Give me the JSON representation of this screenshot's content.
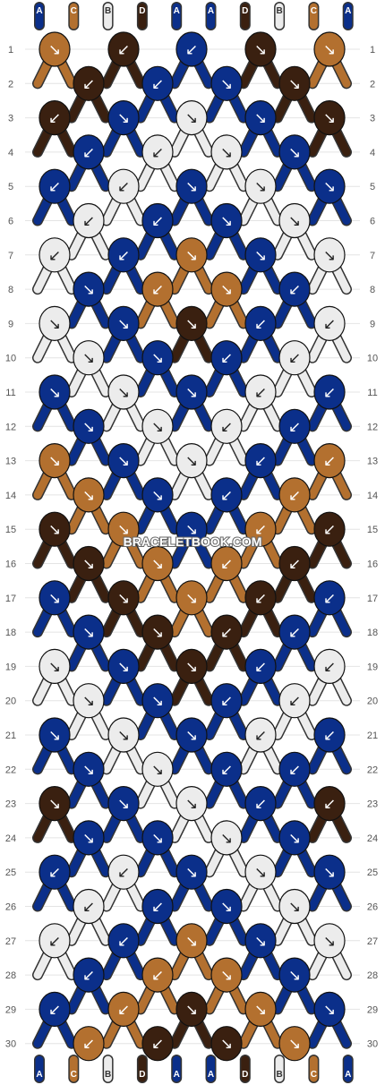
{
  "watermark": "BRACELETBOOK.COM",
  "colors": {
    "A": "#0b2f8a",
    "B": "#ececec",
    "C": "#b3702f",
    "D": "#3a2010"
  },
  "strands_top": [
    "A",
    "C",
    "B",
    "D",
    "A",
    "A",
    "D",
    "B",
    "C",
    "A"
  ],
  "strands_bottom": [
    "A",
    "C",
    "B",
    "D",
    "A",
    "A",
    "D",
    "B",
    "C",
    "A"
  ],
  "rows": [
    {
      "n": "1",
      "knots": [
        {
          "c": "C",
          "d": "↘"
        },
        {
          "c": "D",
          "d": "↙"
        },
        {
          "c": "A",
          "d": "↙"
        },
        {
          "c": "D",
          "d": "↘"
        },
        {
          "c": "C",
          "d": "↘"
        }
      ]
    },
    {
      "n": "2",
      "knots": [
        {
          "c": "D",
          "d": "↙"
        },
        {
          "c": "A",
          "d": "↙"
        },
        {
          "c": "A",
          "d": "↘"
        },
        {
          "c": "D",
          "d": "↘"
        }
      ]
    },
    {
      "n": "3",
      "knots": [
        {
          "c": "D",
          "d": "↙"
        },
        {
          "c": "A",
          "d": "↘"
        },
        {
          "c": "B",
          "d": "↘"
        },
        {
          "c": "A",
          "d": "↘"
        },
        {
          "c": "D",
          "d": "↘"
        }
      ]
    },
    {
      "n": "4",
      "knots": [
        {
          "c": "A",
          "d": "↙"
        },
        {
          "c": "B",
          "d": "↙"
        },
        {
          "c": "B",
          "d": "↘"
        },
        {
          "c": "A",
          "d": "↘"
        }
      ]
    },
    {
      "n": "5",
      "knots": [
        {
          "c": "A",
          "d": "↙"
        },
        {
          "c": "B",
          "d": "↙"
        },
        {
          "c": "A",
          "d": "↘"
        },
        {
          "c": "B",
          "d": "↘"
        },
        {
          "c": "A",
          "d": "↘"
        }
      ]
    },
    {
      "n": "6",
      "knots": [
        {
          "c": "B",
          "d": "↙"
        },
        {
          "c": "A",
          "d": "↙"
        },
        {
          "c": "A",
          "d": "↘"
        },
        {
          "c": "B",
          "d": "↘"
        }
      ]
    },
    {
      "n": "7",
      "knots": [
        {
          "c": "B",
          "d": "↙"
        },
        {
          "c": "A",
          "d": "↙"
        },
        {
          "c": "C",
          "d": "↘"
        },
        {
          "c": "A",
          "d": "↘"
        },
        {
          "c": "B",
          "d": "↘"
        }
      ]
    },
    {
      "n": "8",
      "knots": [
        {
          "c": "A",
          "d": "↘"
        },
        {
          "c": "C",
          "d": "↙"
        },
        {
          "c": "C",
          "d": "↘"
        },
        {
          "c": "A",
          "d": "↙"
        }
      ]
    },
    {
      "n": "9",
      "knots": [
        {
          "c": "B",
          "d": "↘"
        },
        {
          "c": "A",
          "d": "↘"
        },
        {
          "c": "D",
          "d": "↘"
        },
        {
          "c": "A",
          "d": "↙"
        },
        {
          "c": "B",
          "d": "↙"
        }
      ]
    },
    {
      "n": "10",
      "knots": [
        {
          "c": "B",
          "d": "↘"
        },
        {
          "c": "A",
          "d": "↘"
        },
        {
          "c": "A",
          "d": "↙"
        },
        {
          "c": "B",
          "d": "↙"
        }
      ]
    },
    {
      "n": "11",
      "knots": [
        {
          "c": "A",
          "d": "↘"
        },
        {
          "c": "B",
          "d": "↘"
        },
        {
          "c": "A",
          "d": "↘"
        },
        {
          "c": "B",
          "d": "↙"
        },
        {
          "c": "A",
          "d": "↙"
        }
      ]
    },
    {
      "n": "12",
      "knots": [
        {
          "c": "A",
          "d": "↘"
        },
        {
          "c": "B",
          "d": "↘"
        },
        {
          "c": "B",
          "d": "↙"
        },
        {
          "c": "A",
          "d": "↙"
        }
      ]
    },
    {
      "n": "13",
      "knots": [
        {
          "c": "C",
          "d": "↘"
        },
        {
          "c": "A",
          "d": "↘"
        },
        {
          "c": "B",
          "d": "↘"
        },
        {
          "c": "A",
          "d": "↙"
        },
        {
          "c": "C",
          "d": "↙"
        }
      ]
    },
    {
      "n": "14",
      "knots": [
        {
          "c": "C",
          "d": "↘"
        },
        {
          "c": "A",
          "d": "↘"
        },
        {
          "c": "A",
          "d": "↙"
        },
        {
          "c": "C",
          "d": "↙"
        }
      ]
    },
    {
      "n": "15",
      "knots": [
        {
          "c": "D",
          "d": "↘"
        },
        {
          "c": "C",
          "d": "↘"
        },
        {
          "c": "A",
          "d": "↘"
        },
        {
          "c": "C",
          "d": "↙"
        },
        {
          "c": "D",
          "d": "↙"
        }
      ]
    },
    {
      "n": "16",
      "knots": [
        {
          "c": "D",
          "d": "↘"
        },
        {
          "c": "C",
          "d": "↘"
        },
        {
          "c": "C",
          "d": "↙"
        },
        {
          "c": "D",
          "d": "↙"
        }
      ]
    },
    {
      "n": "17",
      "knots": [
        {
          "c": "A",
          "d": "↘"
        },
        {
          "c": "D",
          "d": "↘"
        },
        {
          "c": "C",
          "d": "↘"
        },
        {
          "c": "D",
          "d": "↙"
        },
        {
          "c": "A",
          "d": "↙"
        }
      ]
    },
    {
      "n": "18",
      "knots": [
        {
          "c": "A",
          "d": "↘"
        },
        {
          "c": "D",
          "d": "↘"
        },
        {
          "c": "D",
          "d": "↙"
        },
        {
          "c": "A",
          "d": "↙"
        }
      ]
    },
    {
      "n": "19",
      "knots": [
        {
          "c": "B",
          "d": "↘"
        },
        {
          "c": "A",
          "d": "↘"
        },
        {
          "c": "D",
          "d": "↘"
        },
        {
          "c": "A",
          "d": "↙"
        },
        {
          "c": "B",
          "d": "↙"
        }
      ]
    },
    {
      "n": "20",
      "knots": [
        {
          "c": "B",
          "d": "↘"
        },
        {
          "c": "A",
          "d": "↘"
        },
        {
          "c": "A",
          "d": "↙"
        },
        {
          "c": "B",
          "d": "↙"
        }
      ]
    },
    {
      "n": "21",
      "knots": [
        {
          "c": "A",
          "d": "↘"
        },
        {
          "c": "B",
          "d": "↘"
        },
        {
          "c": "A",
          "d": "↘"
        },
        {
          "c": "B",
          "d": "↙"
        },
        {
          "c": "A",
          "d": "↙"
        }
      ]
    },
    {
      "n": "22",
      "knots": [
        {
          "c": "A",
          "d": "↘"
        },
        {
          "c": "B",
          "d": "↘"
        },
        {
          "c": "A",
          "d": "↙"
        },
        {
          "c": "A",
          "d": "↙"
        }
      ]
    },
    {
      "n": "23",
      "knots": [
        {
          "c": "D",
          "d": "↘"
        },
        {
          "c": "A",
          "d": "↘"
        },
        {
          "c": "B",
          "d": "↘"
        },
        {
          "c": "A",
          "d": "↙"
        },
        {
          "c": "D",
          "d": "↙"
        }
      ]
    },
    {
      "n": "24",
      "knots": [
        {
          "c": "A",
          "d": "↘"
        },
        {
          "c": "A",
          "d": "↘"
        },
        {
          "c": "B",
          "d": "↘"
        },
        {
          "c": "A",
          "d": "↘"
        }
      ]
    },
    {
      "n": "25",
      "knots": [
        {
          "c": "A",
          "d": "↙"
        },
        {
          "c": "B",
          "d": "↙"
        },
        {
          "c": "A",
          "d": "↘"
        },
        {
          "c": "B",
          "d": "↘"
        },
        {
          "c": "A",
          "d": "↘"
        }
      ]
    },
    {
      "n": "26",
      "knots": [
        {
          "c": "B",
          "d": "↙"
        },
        {
          "c": "A",
          "d": "↙"
        },
        {
          "c": "A",
          "d": "↘"
        },
        {
          "c": "B",
          "d": "↘"
        }
      ]
    },
    {
      "n": "27",
      "knots": [
        {
          "c": "B",
          "d": "↙"
        },
        {
          "c": "A",
          "d": "↙"
        },
        {
          "c": "C",
          "d": "↘"
        },
        {
          "c": "A",
          "d": "↘"
        },
        {
          "c": "B",
          "d": "↘"
        }
      ]
    },
    {
      "n": "28",
      "knots": [
        {
          "c": "A",
          "d": "↙"
        },
        {
          "c": "C",
          "d": "↙"
        },
        {
          "c": "C",
          "d": "↘"
        },
        {
          "c": "A",
          "d": "↘"
        }
      ]
    },
    {
      "n": "29",
      "knots": [
        {
          "c": "A",
          "d": "↙"
        },
        {
          "c": "C",
          "d": "↙"
        },
        {
          "c": "D",
          "d": "↘"
        },
        {
          "c": "C",
          "d": "↘"
        },
        {
          "c": "A",
          "d": "↘"
        }
      ]
    },
    {
      "n": "30",
      "knots": [
        {
          "c": "C",
          "d": "↙"
        },
        {
          "c": "D",
          "d": "↙"
        },
        {
          "c": "D",
          "d": "↘"
        },
        {
          "c": "C",
          "d": "↘"
        }
      ]
    }
  ]
}
